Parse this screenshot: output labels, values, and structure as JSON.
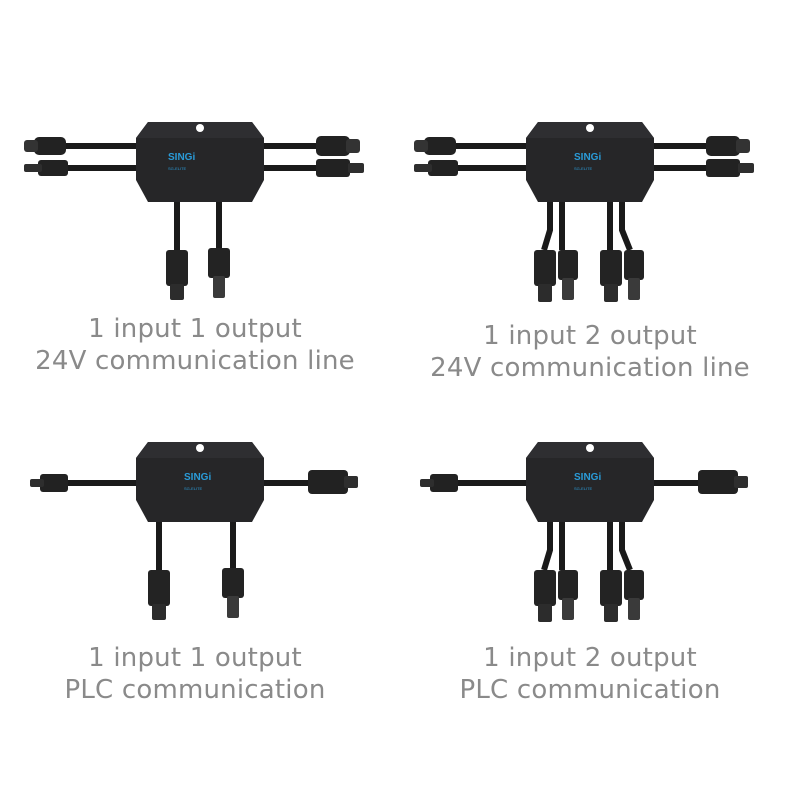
{
  "brand": {
    "logo_text": "SINGi",
    "logo_sub": "SG-ELITE",
    "logo_color": "#2a9bd8"
  },
  "colors": {
    "device_body": "#262628",
    "cable": "#1a1a1a",
    "caption": "#8a8a8a"
  },
  "products": [
    {
      "line1": "1 input 1 output",
      "line2": "24V communication line"
    },
    {
      "line1": "1 input 2 output",
      "line2": "24V communication line"
    },
    {
      "line1": "1 input 1 output",
      "line2": "PLC communication"
    },
    {
      "line1": "1 input 2 output",
      "line2": "PLC communication"
    }
  ]
}
